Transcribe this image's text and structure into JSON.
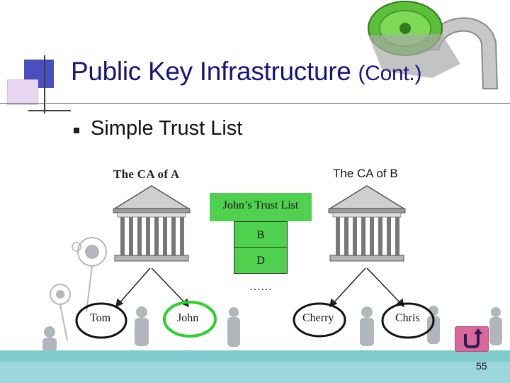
{
  "slide": {
    "title_main": "Public Key Infrastructure",
    "title_suffix": "(Cont.)",
    "bullet_text": "Simple Trust List",
    "slide_number": "55"
  },
  "diagram": {
    "ca_a_label": "The CA of A",
    "ca_b_label": "The CA of B",
    "trust_list": {
      "title": "John’s Trust List",
      "entries": [
        "B",
        "D",
        "……"
      ]
    },
    "people": [
      "Tom",
      "John",
      "Cherry",
      "Chris"
    ]
  },
  "colors": {
    "title": "#15157a",
    "trust_list_fill": "#4fd14f",
    "highlight_ring": "#2bd12b",
    "footer_band": "#7fcbd0",
    "nav_button": "#d9699b",
    "lock_green": "#39b54a"
  },
  "icons": {
    "lock": "padlock-icon",
    "ca_a": "bank-building-icon",
    "ca_b": "bank-building-icon",
    "nav": "return-arrow-icon"
  }
}
